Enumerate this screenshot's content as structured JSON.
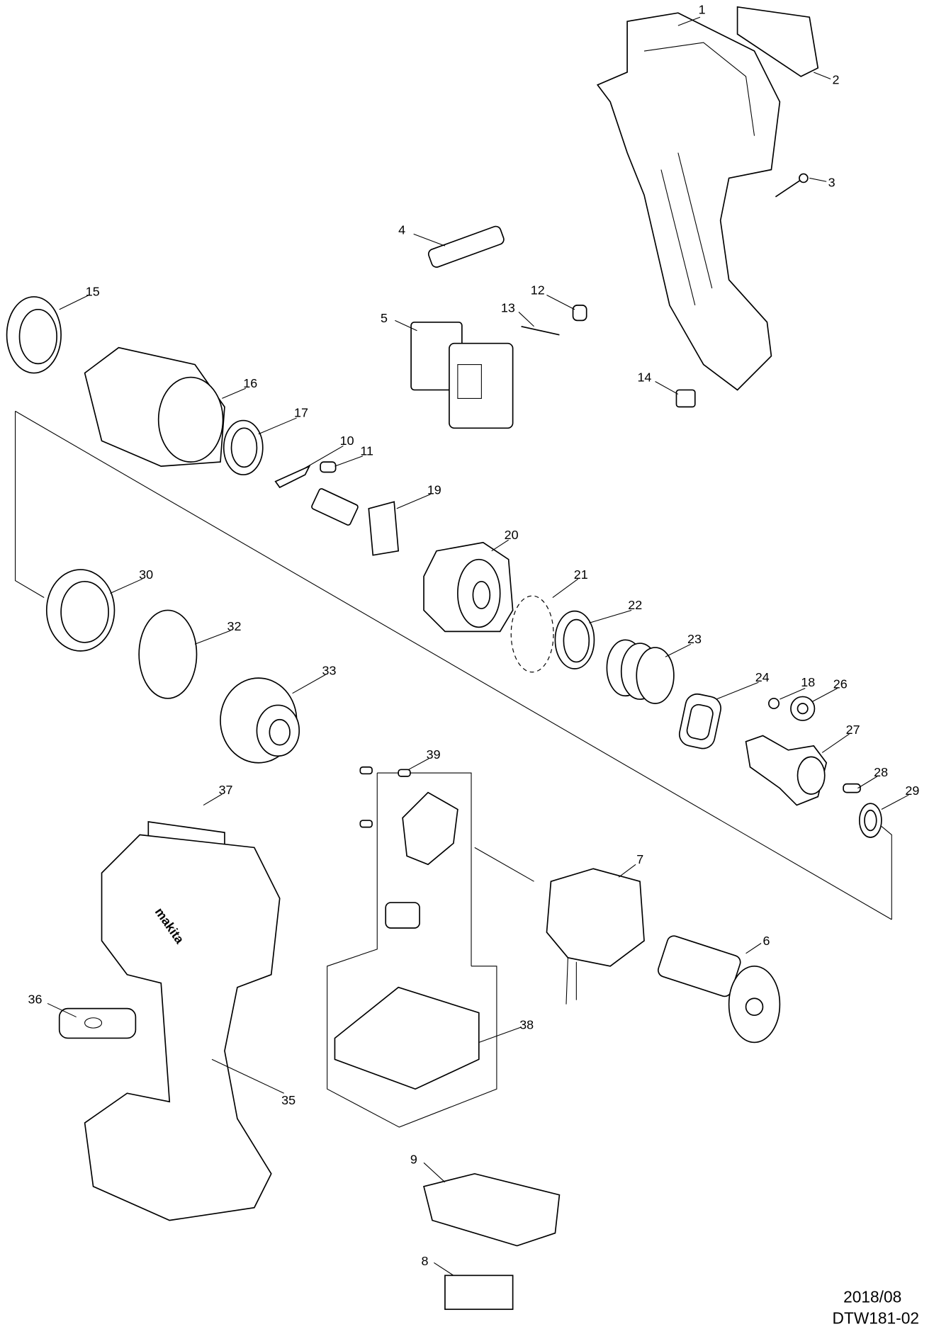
{
  "callouts": [
    "1",
    "2",
    "3",
    "4",
    "5",
    "6",
    "7",
    "8",
    "9",
    "10",
    "11",
    "12",
    "13",
    "14",
    "15",
    "16",
    "17",
    "18",
    "19",
    "20",
    "21",
    "22",
    "23",
    "24",
    "26",
    "27",
    "28",
    "29",
    "30",
    "32",
    "33",
    "35",
    "36",
    "37",
    "38",
    "39"
  ],
  "footer": {
    "date": "2018/08",
    "model_code": "DTW181-02"
  },
  "logo_text": "makita"
}
